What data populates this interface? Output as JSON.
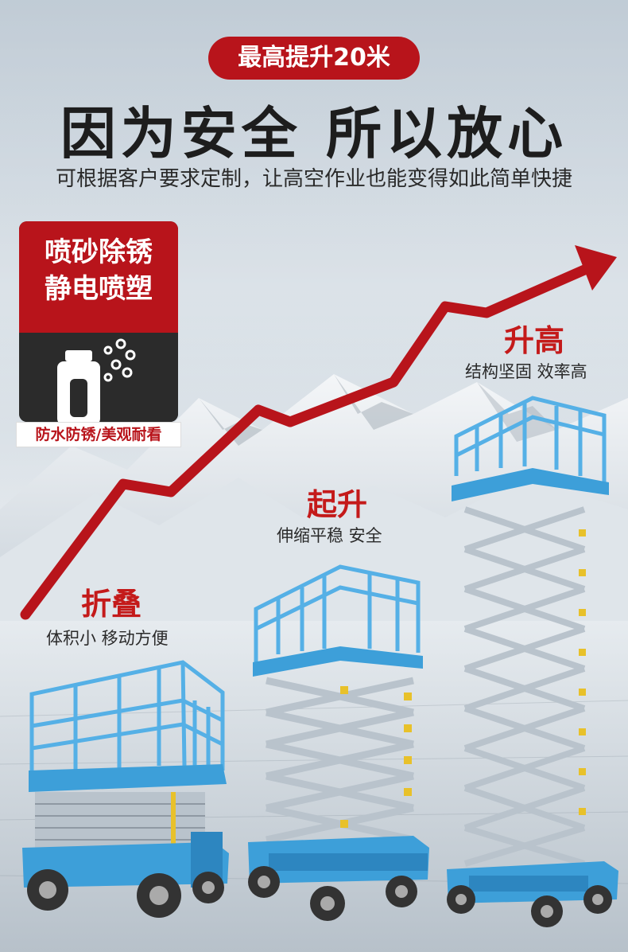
{
  "badge": {
    "text": "最高提升20米"
  },
  "headline": {
    "text": "因为安全 所以放心"
  },
  "subtitle": {
    "text": "可根据客户要求定制，让高空作业也能变得如此简单快捷"
  },
  "feature": {
    "line1": "喷砂除锈",
    "line2": "静电喷塑",
    "caption": "防水防锈/美观耐看",
    "icon": "spray-bottle-icon"
  },
  "stages": [
    {
      "title": "折叠",
      "desc": "体积小 移动方便"
    },
    {
      "title": "起升",
      "desc": "伸缩平稳 安全"
    },
    {
      "title": "升高",
      "desc": "结构坚固 效率高"
    }
  ],
  "colors": {
    "brand_red": "#b8141b",
    "machine_blue": "#4da8e0",
    "frame_grey": "#b9c3cc"
  }
}
